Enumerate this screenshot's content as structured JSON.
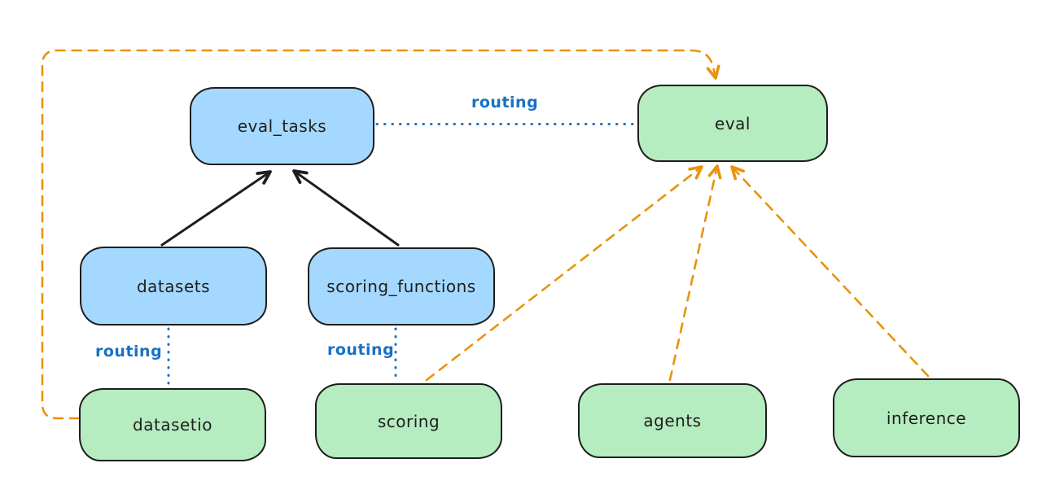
{
  "diagram": {
    "kind": "architecture-flow-diagram",
    "background": "#ffffff"
  },
  "colors": {
    "registry_box_fill": "#a5d8ff",
    "provider_box_fill": "#b5ecc0",
    "outline": "#1e1e1e",
    "routing_label_blue": "#1971c2",
    "dashed_edge_orange": "#e8930c"
  },
  "nodes": [
    {
      "id": "eval_tasks",
      "label": "eval_tasks",
      "color": "blue"
    },
    {
      "id": "eval",
      "label": "eval",
      "color": "green"
    },
    {
      "id": "datasets",
      "label": "datasets",
      "color": "blue"
    },
    {
      "id": "scoring_functions",
      "label": "scoring_functions",
      "color": "blue"
    },
    {
      "id": "datasetio",
      "label": "datasetio",
      "color": "green"
    },
    {
      "id": "scoring",
      "label": "scoring",
      "color": "green"
    },
    {
      "id": "agents",
      "label": "agents",
      "color": "green"
    },
    {
      "id": "inference",
      "label": "inference",
      "color": "green"
    }
  ],
  "labels": {
    "routing": "routing"
  },
  "edges": [
    {
      "from": "datasets",
      "to": "eval_tasks",
      "style": "solid-black-arrow"
    },
    {
      "from": "scoring_functions",
      "to": "eval_tasks",
      "style": "solid-black-arrow"
    },
    {
      "from": "eval_tasks",
      "to": "eval",
      "style": "blue-dotted",
      "label": "routing"
    },
    {
      "from": "datasets",
      "to": "datasetio",
      "style": "blue-dotted",
      "label": "routing"
    },
    {
      "from": "scoring_functions",
      "to": "scoring",
      "style": "blue-dotted",
      "label": "routing"
    },
    {
      "from": "scoring",
      "to": "eval",
      "style": "orange-dashed-arrow"
    },
    {
      "from": "agents",
      "to": "eval",
      "style": "orange-dashed-arrow"
    },
    {
      "from": "inference",
      "to": "eval",
      "style": "orange-dashed-arrow"
    },
    {
      "from": "datasetio",
      "to": "eval",
      "style": "orange-dashed-arrow"
    }
  ]
}
